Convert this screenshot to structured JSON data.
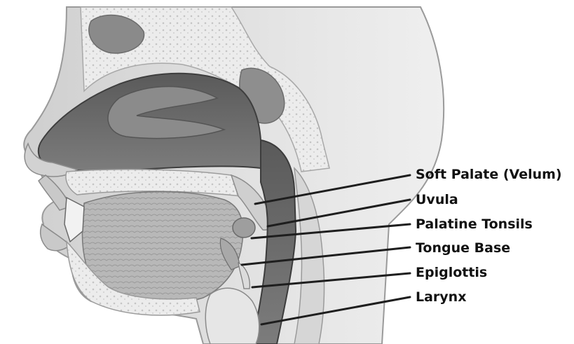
{
  "labels": {
    "soft_palate": "Soft Palate (Velum)",
    "uvula": "Uvula",
    "palatine_tonsils": "Palatine Tonsils",
    "tongue_base": "Tongue Base",
    "epiglottis": "Epiglottis",
    "larynx": "Larynx"
  },
  "colors": {
    "leader_line": "#1e1e1e",
    "label_text": "#111111"
  }
}
